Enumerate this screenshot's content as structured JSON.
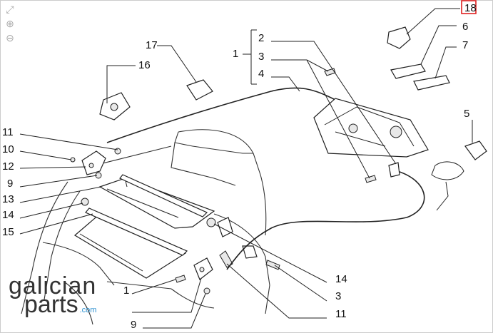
{
  "toolbar": {
    "items": [
      {
        "icon": "expand-icon",
        "glyph": "⤢"
      },
      {
        "icon": "zoom-in-icon",
        "glyph": "⊕"
      },
      {
        "icon": "zoom-out-icon",
        "glyph": "⊖"
      }
    ]
  },
  "corner_label": "18",
  "callouts": {
    "c1": "1",
    "c2": "2",
    "c3": "3",
    "c4": "4",
    "c5": "5",
    "c6": "6",
    "c7": "7",
    "c16": "16",
    "c17": "17",
    "c11a": "11",
    "c10": "10",
    "c12": "12",
    "c9a": "9",
    "c13": "13",
    "c14a": "14",
    "c15": "15",
    "c1b": "1",
    "c9b": "9",
    "c14b": "14",
    "c3b": "3",
    "c11b": "11"
  },
  "watermark": {
    "line1": "galician",
    "line2": "parts",
    "domain": ".com"
  },
  "colors": {
    "highlight_box": "#e02020",
    "watermark_accent": "#2a8fd0"
  }
}
